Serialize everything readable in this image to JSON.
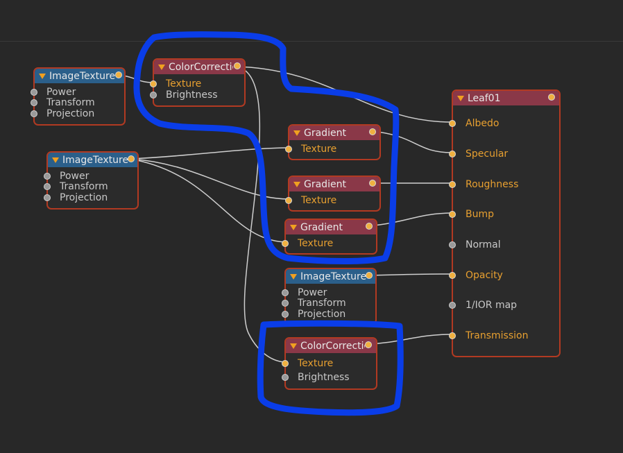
{
  "nodes": {
    "imagetex1": {
      "title": "ImageTexture",
      "inputs": [
        "Power",
        "Transform",
        "Projection"
      ]
    },
    "colorcorr1": {
      "title": "ColorCorrection",
      "inputs": [
        "Texture",
        "Brightness"
      ]
    },
    "imagetex2": {
      "title": "ImageTexture",
      "inputs": [
        "Power",
        "Transform",
        "Projection"
      ]
    },
    "gradient1": {
      "title": "Gradient",
      "inputs": [
        "Texture"
      ]
    },
    "gradient2": {
      "title": "Gradient",
      "inputs": [
        "Texture"
      ]
    },
    "gradient3": {
      "title": "Gradient",
      "inputs": [
        "Texture"
      ]
    },
    "imagetex3": {
      "title": "ImageTexture",
      "inputs": [
        "Power",
        "Transform",
        "Projection"
      ]
    },
    "colorcorr2": {
      "title": "ColorCorrection",
      "inputs": [
        "Texture",
        "Brightness"
      ]
    },
    "leaf": {
      "title": "Leaf01",
      "inputs": [
        "Albedo",
        "Specular",
        "Roughness",
        "Bump",
        "Normal",
        "Opacity",
        "1/IOR map",
        "Transmission"
      ]
    }
  },
  "colors": {
    "background": "#282828",
    "node_border": "#b23a22",
    "texture_header": "#2b5f8a",
    "material_header": "#8a3848",
    "port_connected": "#f0b040",
    "port_idle": "#9a9a9a",
    "wire": "#d0d0d0",
    "annotation": "#0a3de8"
  }
}
